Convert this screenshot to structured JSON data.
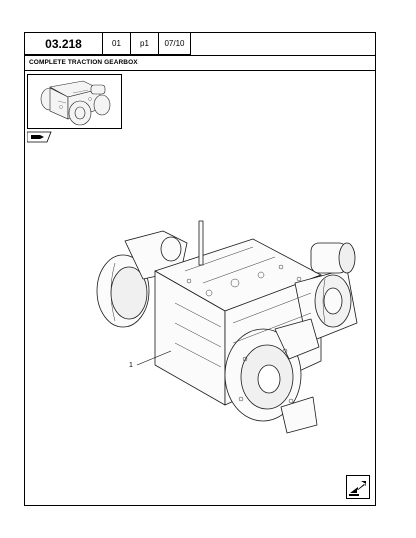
{
  "header": {
    "code": "03.218",
    "section": "01",
    "page": "p1",
    "date": "07/10"
  },
  "title": "COMPLETE TRACTION GEARBOX",
  "callouts": [
    {
      "label": "1"
    }
  ],
  "icons": {
    "thumbnail": "gearbox-thumbnail-icon",
    "view_tab": "view-tab-icon",
    "next_page": "next-page-arrow-icon"
  }
}
